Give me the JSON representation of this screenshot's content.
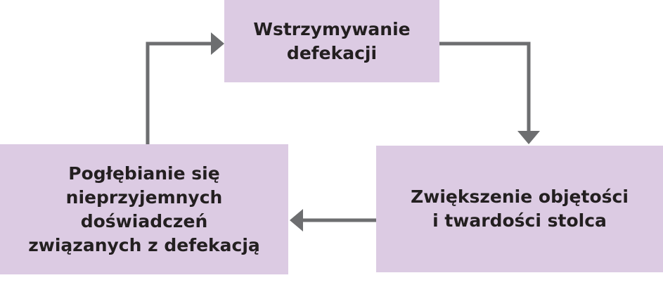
{
  "nodes": {
    "top": "Wstrzymywanie\ndefekacji",
    "right": "Zwiększenie objętości\ni twardości stolca",
    "left": "Pogłębianie się\nnieprzyjemnych\ndoświadczeń\nzwiązanych z defekacją"
  },
  "colors": {
    "box": "#dccbe3",
    "arrow": "#6d6e70",
    "text": "#231f20"
  }
}
